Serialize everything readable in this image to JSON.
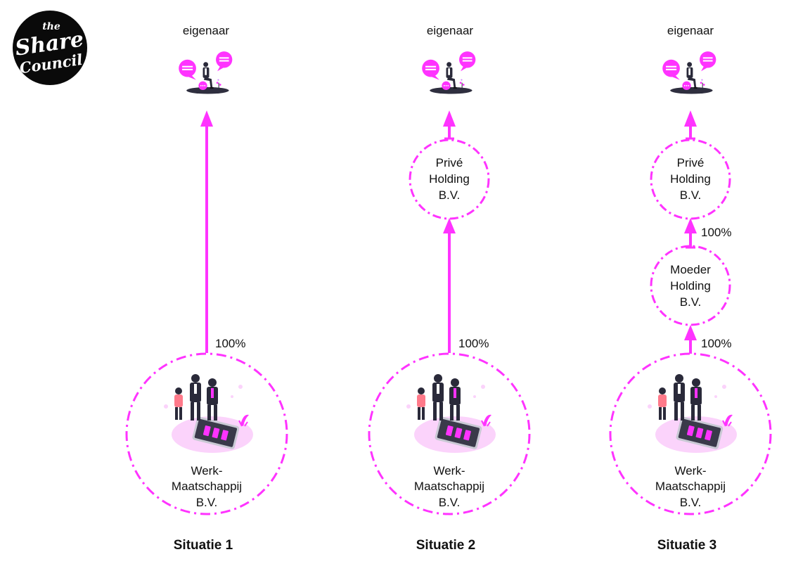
{
  "logo": {
    "line1": "the",
    "line2": "Share",
    "line3": "Council"
  },
  "colors": {
    "accent": "#ff33ff",
    "accent_dark": "#e020e0",
    "ink": "#111111",
    "shadow": "#3a3a4a"
  },
  "columns": [
    {
      "owner_label": "eigenaar",
      "title": "Situatie 1",
      "work_company": [
        "Werk-",
        "Maatschappij",
        "B.V."
      ],
      "work_pct": "100%"
    },
    {
      "owner_label": "eigenaar",
      "title": "Situatie 2",
      "holding": [
        "Privé",
        "Holding",
        "B.V."
      ],
      "work_company": [
        "Werk-",
        "Maatschappij",
        "B.V."
      ],
      "work_pct": "100%"
    },
    {
      "owner_label": "eigenaar",
      "title": "Situatie 3",
      "holding": [
        "Privé",
        "Holding",
        "B.V."
      ],
      "holding_pct": "100%",
      "mother": [
        "Moeder",
        "Holding",
        "B.V."
      ],
      "work_company": [
        "Werk-",
        "Maatschappij",
        "B.V."
      ],
      "work_pct": "100%"
    }
  ]
}
